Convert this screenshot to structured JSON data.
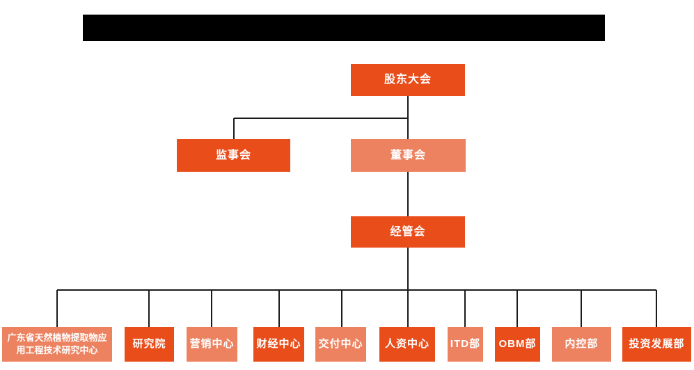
{
  "header": {
    "redacted_title_bar": true,
    "bar_color": "#000000"
  },
  "org_chart": {
    "colors": {
      "dark": "#E84D1A",
      "light": "#EC8260",
      "line": "#1A1A1A",
      "text": "#FFFFFF",
      "background": "#FFFFFF"
    },
    "nodes": {
      "shareholders": {
        "label": "股东大会",
        "variant": "dark"
      },
      "supervisors": {
        "label": "监事会",
        "variant": "dark"
      },
      "directors": {
        "label": "董事会",
        "variant": "light"
      },
      "management": {
        "label": "经管会",
        "variant": "dark"
      },
      "departments": [
        {
          "label": "广东省天然植物提取物应用工程技术研究中心",
          "variant": "light"
        },
        {
          "label": "研究院",
          "variant": "dark"
        },
        {
          "label": "营销中心",
          "variant": "light"
        },
        {
          "label": "财经中心",
          "variant": "dark"
        },
        {
          "label": "交付中心",
          "variant": "light"
        },
        {
          "label": "人资中心",
          "variant": "dark"
        },
        {
          "label": "ITD部",
          "variant": "light"
        },
        {
          "label": "OBM部",
          "variant": "dark"
        },
        {
          "label": "内控部",
          "variant": "light"
        },
        {
          "label": "投资发展部",
          "variant": "dark"
        }
      ]
    }
  }
}
